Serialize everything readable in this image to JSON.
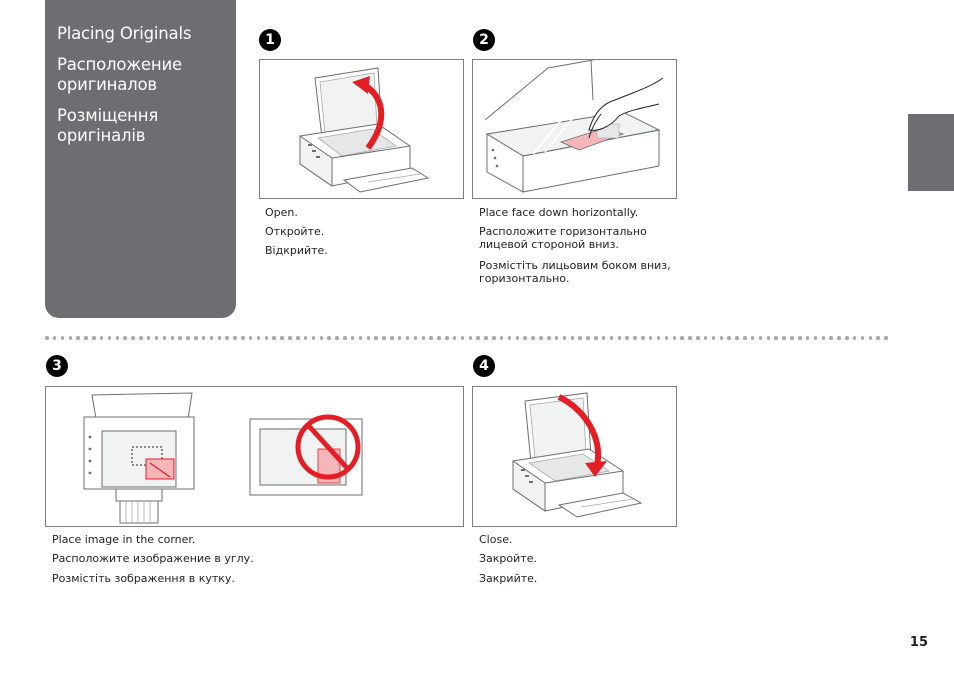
{
  "heading": {
    "en": "Placing Originals",
    "ru": "Расположение оригиналов",
    "uk": "Розміщення оригіналів"
  },
  "steps": [
    {
      "number": "1",
      "captions": [
        "Open.",
        "Откройте.",
        "Відкрийте."
      ]
    },
    {
      "number": "2",
      "captions": [
        "Place face down horizontally.",
        "Расположите горизонтально лицевой стороной вниз.",
        "Розмістіть лицьовим боком вниз, горизонтально."
      ]
    },
    {
      "number": "3",
      "captions": [
        "Place image in the corner.",
        "Расположите изображение в углу.",
        "Розмістіть зображення в кутку."
      ]
    },
    {
      "number": "4",
      "captions": [
        "Close.",
        "Закройте.",
        "Закрийте."
      ]
    }
  ],
  "page_number": "15",
  "colors": {
    "panel": "#6d6e71",
    "accent_red": "#e31e24",
    "highlight_pink": "#f4b6b9",
    "divider_dots": "#a7a9ac"
  }
}
